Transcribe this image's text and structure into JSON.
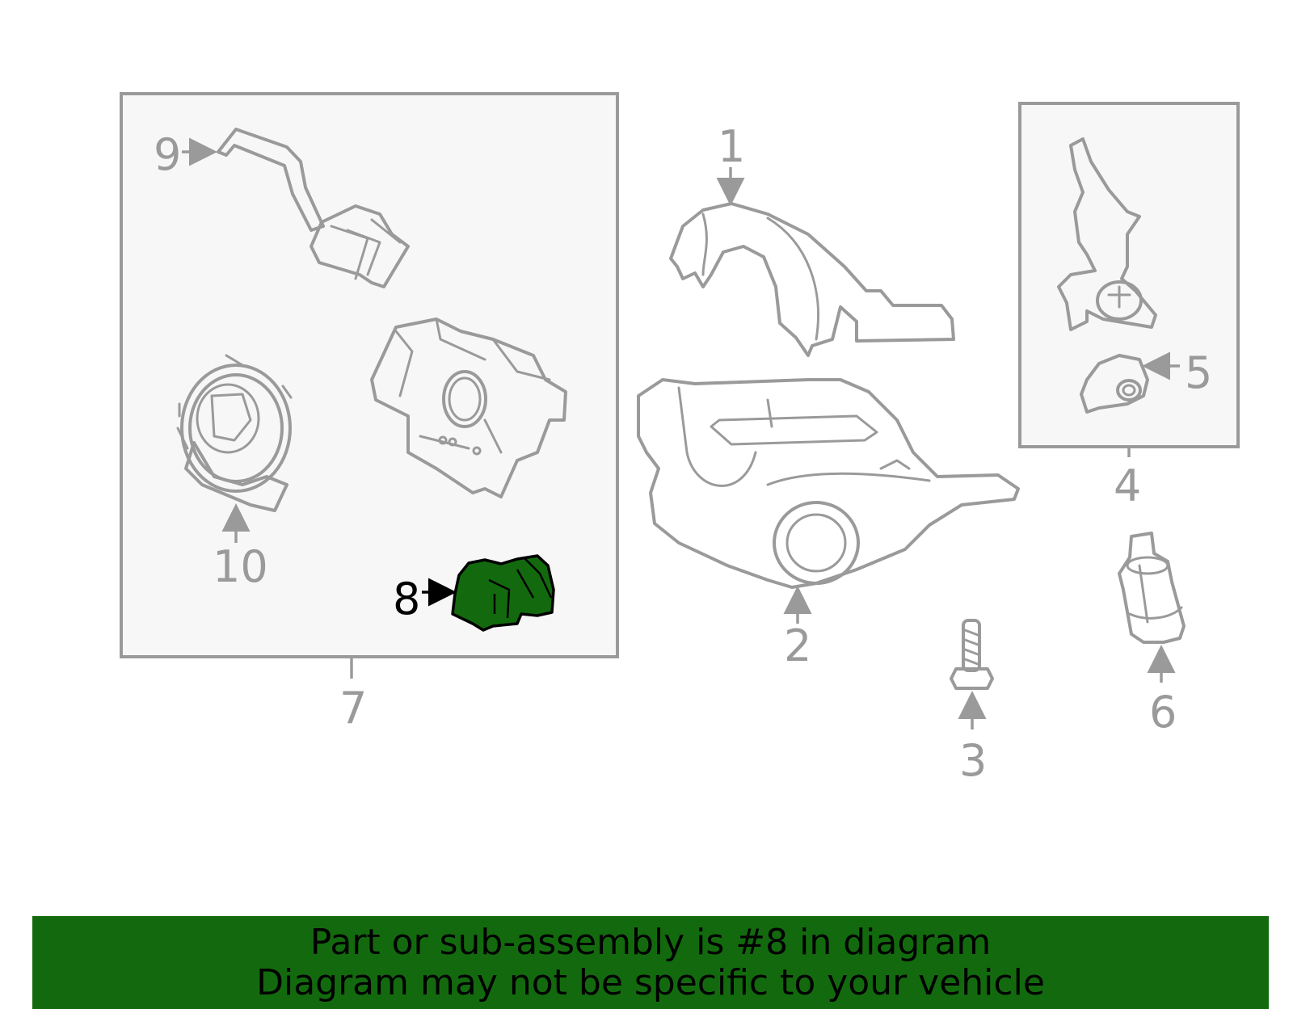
{
  "callouts": {
    "c1": "1",
    "c2": "2",
    "c3": "3",
    "c4": "4",
    "c5": "5",
    "c6": "6",
    "c7": "7",
    "c8": "8",
    "c9": "9",
    "c10": "10"
  },
  "highlight": {
    "part": "8",
    "fill_color": "#136a0e"
  },
  "colors": {
    "line": "#9a9a9a",
    "frame_fill": "#f7f7f7",
    "banner": "#136a0e"
  },
  "banner": {
    "line1": "Part or sub-assembly is #8 in diagram",
    "line2": "Diagram may not be specific to your vehicle"
  }
}
